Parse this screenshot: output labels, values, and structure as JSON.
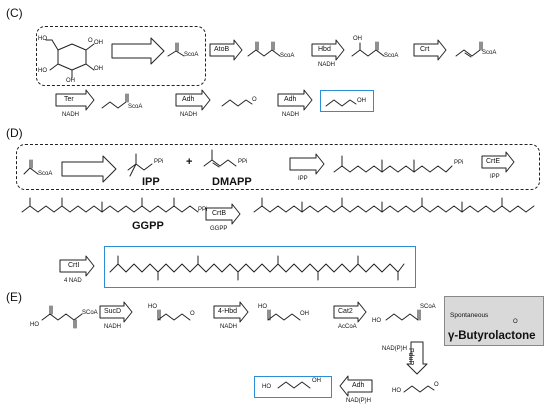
{
  "sections": {
    "c": {
      "label": "(C)"
    },
    "d": {
      "label": "(D)"
    },
    "e": {
      "label": "(E)"
    }
  },
  "c": {
    "glucose_atoms": {
      "ho_a": "HO",
      "ho_b": "HO",
      "oh_a": "OH",
      "oh_b": "OH",
      "o_ring": "O",
      "oh_c": "OH"
    },
    "acetyl": "ScoA",
    "enzyme_1": "AtoB",
    "acetoacetyl": "ScoA",
    "enzyme_2": "Hbd",
    "cof_2": "NADH",
    "hydroxy": {
      "oh": "OH",
      "s": "ScoA"
    },
    "enzyme_3": "Crt",
    "crotonyl": "ScoA",
    "enzyme_4": "Ter",
    "cof_4": "NADH",
    "butyryl": "ScoA",
    "enzyme_5": "Adh",
    "cof_5": "NADH",
    "butyraldehyde_o": "O",
    "enzyme_6": "Adh",
    "cof_6": "NADH",
    "butanol_oh": "OH"
  },
  "d": {
    "acetyl": "ScoA",
    "ipp_ppi": "PPi",
    "plus": "+",
    "dmapp_ppi": "PPi",
    "ipp_name": "IPP",
    "dmapp_name": "DMAPP",
    "ipp_cof": "IPP",
    "fpp_ppi": "PPi",
    "enzyme_crte": "CrtE",
    "crte_cof": "IPP",
    "ggpp_ppi": "PPi",
    "ggpp_name": "GGPP",
    "enzyme_crtb": "CrtB",
    "crtb_cof": "GGPP",
    "enzyme_crti": "CrtI",
    "crti_cof": "4 NAD"
  },
  "e": {
    "succ_atoms": {
      "ho": "HO",
      "s": "SCoA"
    },
    "enzyme_sucd": "SucD",
    "sucd_cof": "NADH",
    "ssa_atoms": {
      "ho": "HO",
      "o": "O"
    },
    "enzyme_4hbd": "4-Hbd",
    "hbd_cof": "NADH",
    "hb_atoms": {
      "ho": "HO",
      "oh": "OH"
    },
    "enzyme_cat2": "Cat2",
    "cat2_cof": "AcCoA",
    "hbcoa_atoms": {
      "ho": "HO",
      "s": "SCoA"
    },
    "spontaneous": "Spontaneous",
    "gbl_o": "O",
    "gbl_name": "γ-Butyrolactone",
    "enzyme_pdu": "PduP",
    "pdu_cof": "NAD(P)H",
    "ald_atoms": {
      "ho": "HO",
      "o": "O"
    },
    "enzyme_adh": "Adh",
    "adh_cof": "NAD(P)H",
    "bdo_atoms": {
      "ho": "HO",
      "oh": "OH"
    }
  }
}
